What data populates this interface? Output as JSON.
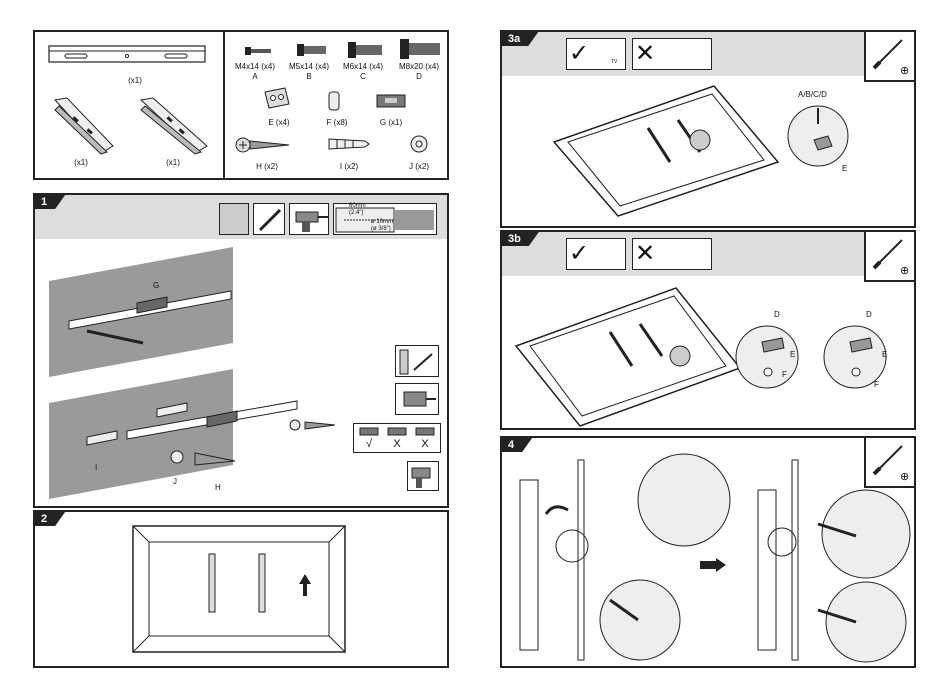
{
  "parts": {
    "rail_qty": "(x1)",
    "bracket_left_qty": "(x1)",
    "bracket_right_qty": "(x1)",
    "screws": [
      {
        "size": "M4x14 (x4)",
        "letter": "A"
      },
      {
        "size": "M5x14 (x4)",
        "letter": "B"
      },
      {
        "size": "M6x14 (x4)",
        "letter": "C"
      },
      {
        "size": "M8x20 (x4)",
        "letter": "D"
      }
    ],
    "small_parts": [
      {
        "label": "E (x4)"
      },
      {
        "label": "F (x8)"
      },
      {
        "label": "G (x1)"
      },
      {
        "label": "H  (x2)"
      },
      {
        "label": "I (x2)"
      },
      {
        "label": "J (x2)"
      }
    ]
  },
  "step1": {
    "number": "1",
    "drill_spec_top": "60mm",
    "drill_spec_top2": "(2.4\")",
    "drill_spec_bottom": "ø 10mm",
    "drill_spec_bottom2": "(ø 3/8\")",
    "callouts": {
      "g": "G",
      "i": "I",
      "j": "J",
      "h": "H"
    },
    "level_marks": [
      "√",
      "X",
      "X"
    ]
  },
  "step2": {
    "number": "2"
  },
  "step3a": {
    "number": "3a",
    "callout_top": "A/B/C/D",
    "callout_e": "E",
    "tv_text": "TV"
  },
  "step3b": {
    "number": "3b",
    "callout_d1": "D",
    "callout_e1": "E",
    "callout_f1": "F",
    "callout_d2": "D",
    "callout_e2": "E",
    "callout_f2": "F"
  },
  "step4": {
    "number": "4"
  },
  "icons": {
    "tick": "✓",
    "cross": "✕",
    "plus": "⊕"
  },
  "colors": {
    "frame": "#222222",
    "header": "#dddddd",
    "wall": "#9a9a9a"
  }
}
